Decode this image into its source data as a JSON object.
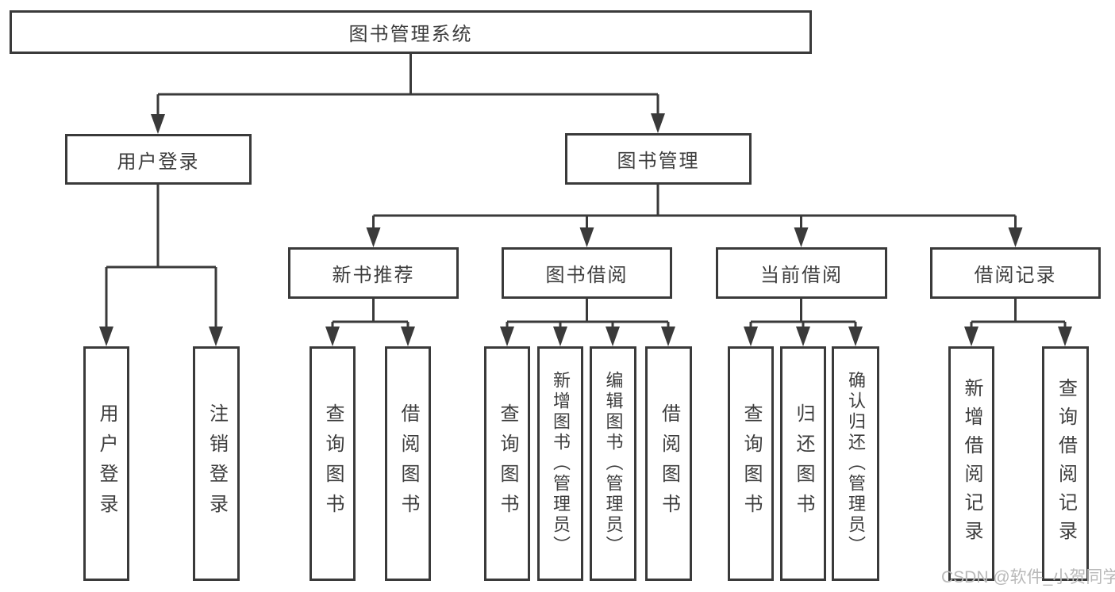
{
  "root": {
    "label": "图书管理系统"
  },
  "level2": [
    {
      "label": "用户登录"
    },
    {
      "label": "图书管理"
    }
  ],
  "level3": [
    {
      "label": "新书推荐"
    },
    {
      "label": "图书借阅"
    },
    {
      "label": "当前借阅"
    },
    {
      "label": "借阅记录"
    }
  ],
  "leaves": {
    "user_login": [
      {
        "label": "用户登录"
      },
      {
        "label": "注销登录"
      }
    ],
    "new_book": [
      {
        "label": "查询图书"
      },
      {
        "label": "借阅图书"
      }
    ],
    "book_borrow": [
      {
        "label": "查询图书"
      },
      {
        "label": "新增图书（管理员）"
      },
      {
        "label": "编辑图书（管理员）"
      },
      {
        "label": "借阅图书"
      }
    ],
    "current_borrow": [
      {
        "label": "查询图书"
      },
      {
        "label": "归还图书"
      },
      {
        "label": "确认归还（管理员）"
      }
    ],
    "borrow_record": [
      {
        "label": "新增借阅记录"
      },
      {
        "label": "查询借阅记录"
      }
    ]
  },
  "watermark": {
    "text": "CSDN @软件_小贺同学"
  },
  "colors": {
    "line": "#3a3a3a",
    "text": "#3d3d3d",
    "watermark": "#b9b9b9",
    "background": "#ffffff"
  }
}
